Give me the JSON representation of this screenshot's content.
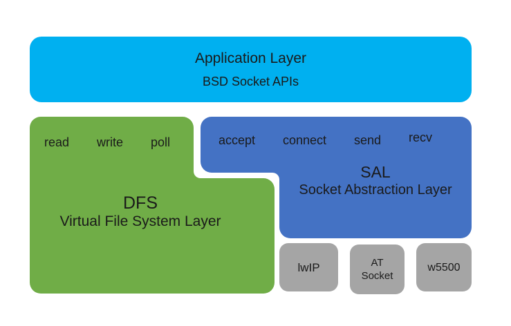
{
  "colors": {
    "background": "#ffffff",
    "application_layer": "#00b0f0",
    "dfs_layer": "#70ad47",
    "sal_layer": "#4472c4",
    "backend": "#a5a5a5",
    "text": "#1a1a1a"
  },
  "application_layer": {
    "title": "Application Layer",
    "subtitle": "BSD Socket APIs"
  },
  "dfs_layer": {
    "calls": [
      "read",
      "write",
      "poll"
    ],
    "acronym": "DFS",
    "name": "Virtual File System Layer"
  },
  "sal_layer": {
    "calls": [
      "accept",
      "connect",
      "send",
      "recv"
    ],
    "acronym": "SAL",
    "name": "Socket Abstraction Layer"
  },
  "backends": [
    {
      "lines": [
        "lwIP"
      ]
    },
    {
      "lines": [
        "AT",
        "Socket"
      ]
    },
    {
      "lines": [
        "w5500"
      ]
    }
  ]
}
